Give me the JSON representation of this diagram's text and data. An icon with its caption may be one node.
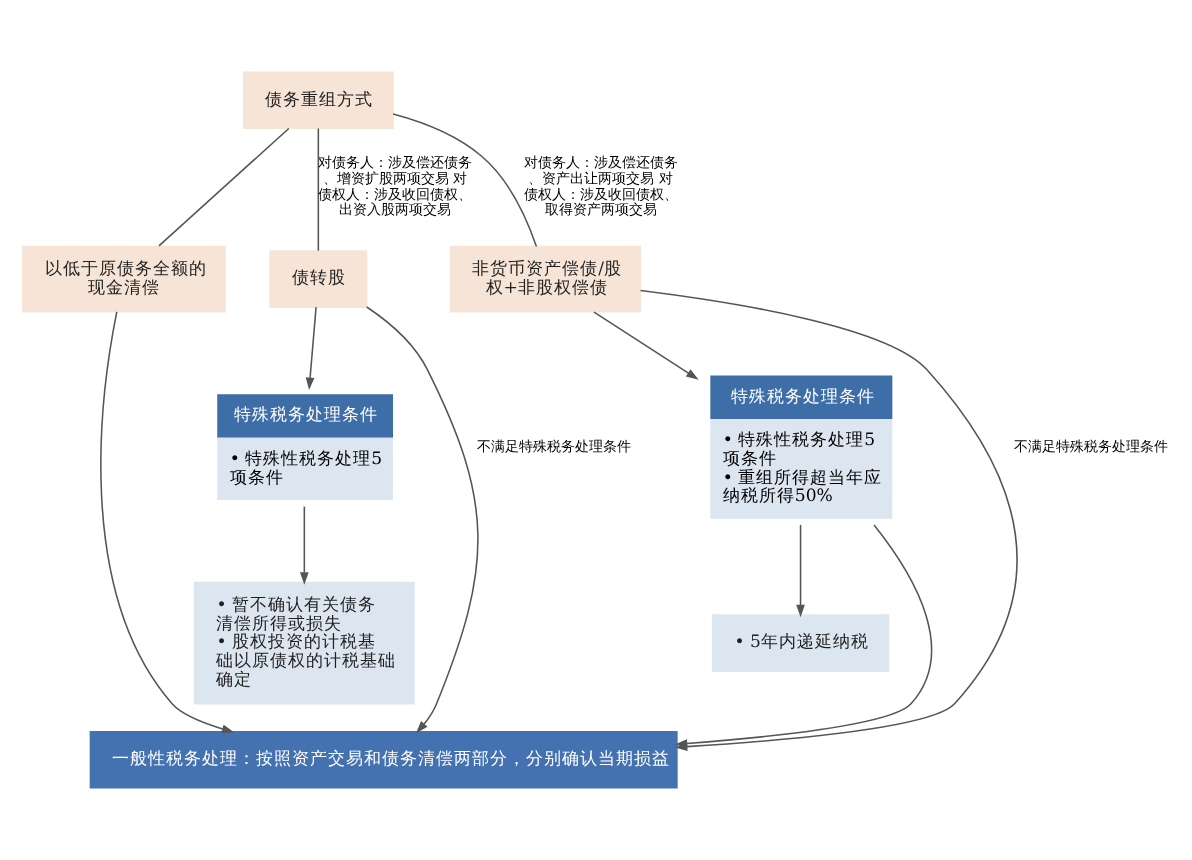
{
  "diagram": {
    "nodes": [
      {
        "text": [
          "债务重组方式"
        ]
      },
      {
        "text": [
          "以低于原债务全额的现金清偿"
        ]
      },
      {
        "text": [
          "债转股"
        ]
      },
      {
        "text": [
          "非货币资产偿债/股权+非股权偿债"
        ]
      },
      {
        "text": [
          "特殊税务处理条件",
          "• 特殊性税务处理5项条件"
        ]
      },
      {
        "text": [
          "• 暂不确认有关债务清偿所得或损失",
          "• 股权投资的计税基础以原债权的计税基础确定"
        ]
      },
      {
        "text": [
          "特殊税务处理条件",
          "• 特殊性税务处理5项条件",
          "• 重组所得超当年应纳税所得50%"
        ]
      },
      {
        "text": [
          "• 5年内递延纳税"
        ]
      },
      {
        "text": [
          "一般性税务处理：按照资产交易和债务清偿两部分，分别确认当期损益"
        ]
      }
    ],
    "edges": [
      {
        "from": 0,
        "to": 1,
        "arrow": "none"
      },
      {
        "from": 0,
        "to": 2,
        "arrow": "none",
        "label": "对债务人：涉及偿还债务、增资扩股两项交易 对债权人：涉及收回债权、出资入股两项交易"
      },
      {
        "from": 0,
        "to": 3,
        "arrow": "none",
        "label": "对债务人：涉及偿还债务、资产出让两项交易 对债权人：涉及收回债权、取得资产两项交易"
      },
      {
        "from": 2,
        "to": 4,
        "arrow": "to"
      },
      {
        "from": 2,
        "to": 8,
        "arrow": "to",
        "label": "不满足特殊税务处理条件"
      },
      {
        "from": 4,
        "to": 5,
        "arrow": "to"
      },
      {
        "from": 3,
        "to": 6,
        "arrow": "to"
      },
      {
        "from": 6,
        "to": 7,
        "arrow": "to"
      },
      {
        "from": 3,
        "to": 8,
        "arrow": "to",
        "label": "不满足特殊税务处理条件"
      },
      {
        "from": 6,
        "to": 8,
        "arrow": "to"
      },
      {
        "from": 1,
        "to": 8,
        "arrow": "to"
      }
    ]
  }
}
